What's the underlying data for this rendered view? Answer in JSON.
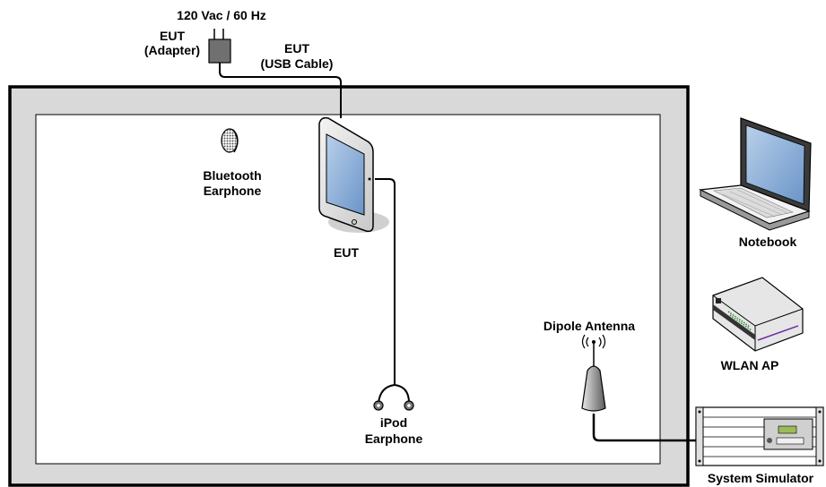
{
  "labels": {
    "power_source": "120 Vac / 60 Hz",
    "adapter_line1": "EUT",
    "adapter_line2": "(Adapter)",
    "usb_line1": "EUT",
    "usb_line2": "(USB Cable)",
    "bluetooth_line1": "Bluetooth",
    "bluetooth_line2": "Earphone",
    "eut": "EUT",
    "ipod_line1": "iPod",
    "ipod_line2": "Earphone",
    "dipole_antenna": "Dipole Antenna",
    "notebook": "Notebook",
    "wlan_ap": "WLAN AP",
    "system_simulator": "System Simulator"
  },
  "colors": {
    "chamber_outer": "#d9d9d9",
    "chamber_border": "#000000",
    "inner_area": "#ffffff",
    "device_gray": "#7f7f7f",
    "screen_blue": "#4f81bd"
  }
}
